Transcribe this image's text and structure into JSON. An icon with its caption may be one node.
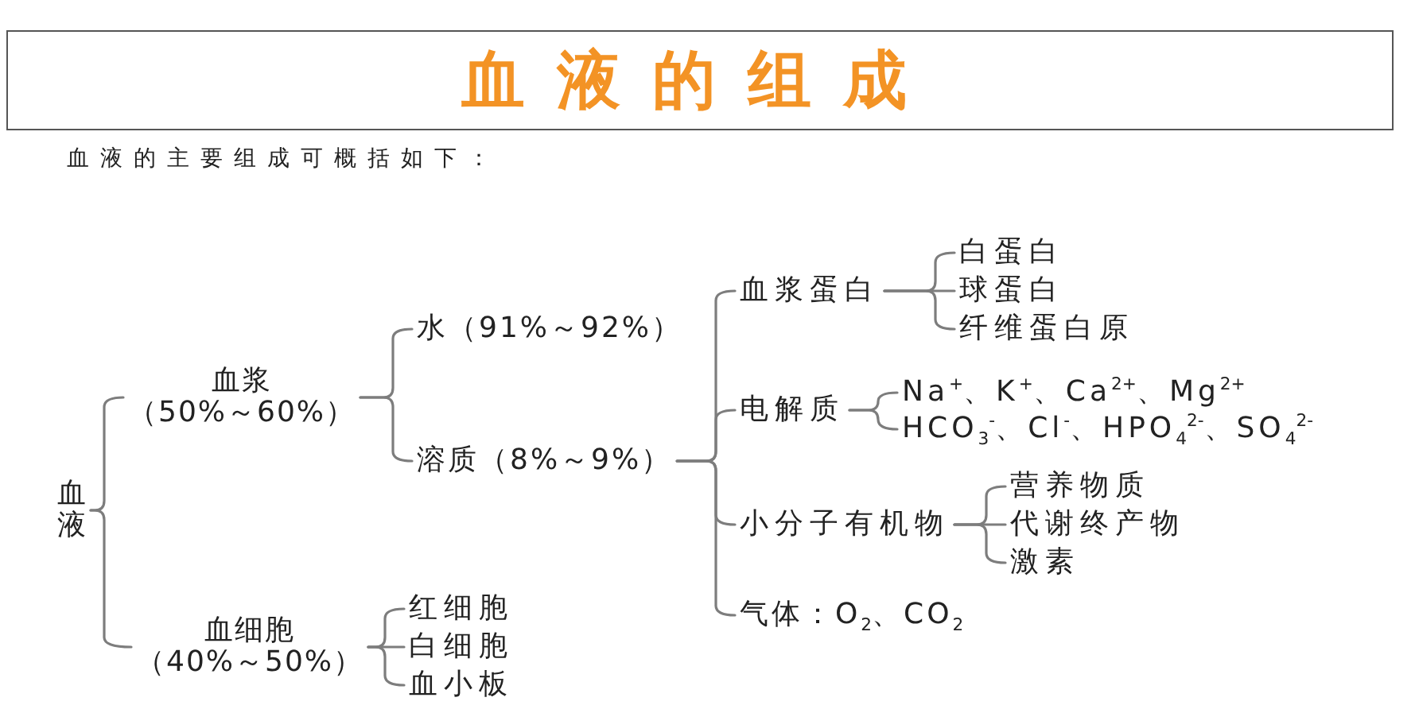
{
  "diagram": {
    "title": "血液的组成",
    "nodes": [
      {
        "text": [
          "血液"
        ]
      },
      {
        "text": [
          "血浆",
          "（50%～60%）"
        ]
      },
      {
        "text": [
          "血细胞",
          "（40%～50%）"
        ]
      },
      {
        "text": [
          "水（91%～92%）"
        ]
      },
      {
        "text": [
          "溶质（8%～9%）"
        ]
      },
      {
        "text": [
          "红细胞"
        ]
      },
      {
        "text": [
          "白细胞"
        ]
      },
      {
        "text": [
          "血小板"
        ]
      },
      {
        "text": [
          "血浆蛋白"
        ]
      },
      {
        "text": [
          "电解质"
        ]
      },
      {
        "text": [
          "小分子有机物"
        ]
      },
      {
        "text": [
          "气体：O$_{2}$、CO$_{2}$"
        ]
      },
      {
        "text": [
          "白蛋白"
        ]
      },
      {
        "text": [
          "球蛋白"
        ]
      },
      {
        "text": [
          "纤维蛋白原"
        ]
      },
      {
        "text": [
          "Na$^{+}$、K$^{+}$、Ca$^{2+}$、Mg$^{2+}$"
        ]
      },
      {
        "text": [
          "HCO$_{3}$$^{-}$、Cl$^{-}$、HPO$_{4}$$^{2-}$、SO$_{4}$$^{2-}$"
        ]
      },
      {
        "text": [
          "营养物质"
        ]
      },
      {
        "text": [
          "代谢终产物"
        ]
      },
      {
        "text": [
          "激素"
        ]
      }
    ],
    "edges": [
      {
        "from": 0,
        "to": 1,
        "arrow": "none"
      },
      {
        "from": 0,
        "to": 2,
        "arrow": "none"
      },
      {
        "from": 1,
        "to": 3,
        "arrow": "none"
      },
      {
        "from": 1,
        "to": 4,
        "arrow": "none"
      },
      {
        "from": 2,
        "to": 5,
        "arrow": "none"
      },
      {
        "from": 2,
        "to": 6,
        "arrow": "none"
      },
      {
        "from": 2,
        "to": 7,
        "arrow": "none"
      },
      {
        "from": 4,
        "to": 8,
        "arrow": "none"
      },
      {
        "from": 4,
        "to": 9,
        "arrow": "none"
      },
      {
        "from": 4,
        "to": 10,
        "arrow": "none"
      },
      {
        "from": 4,
        "to": 11,
        "arrow": "none"
      },
      {
        "from": 8,
        "to": 12,
        "arrow": "none"
      },
      {
        "from": 8,
        "to": 13,
        "arrow": "none"
      },
      {
        "from": 8,
        "to": 14,
        "arrow": "none"
      },
      {
        "from": 9,
        "to": 15,
        "arrow": "none"
      },
      {
        "from": 9,
        "to": 16,
        "arrow": "none"
      },
      {
        "from": 10,
        "to": 17,
        "arrow": "none"
      },
      {
        "from": 10,
        "to": 18,
        "arrow": "none"
      },
      {
        "from": 10,
        "to": 19,
        "arrow": "none"
      }
    ],
    "labels": [
      "血液的主要组成可概括如下："
    ]
  }
}
